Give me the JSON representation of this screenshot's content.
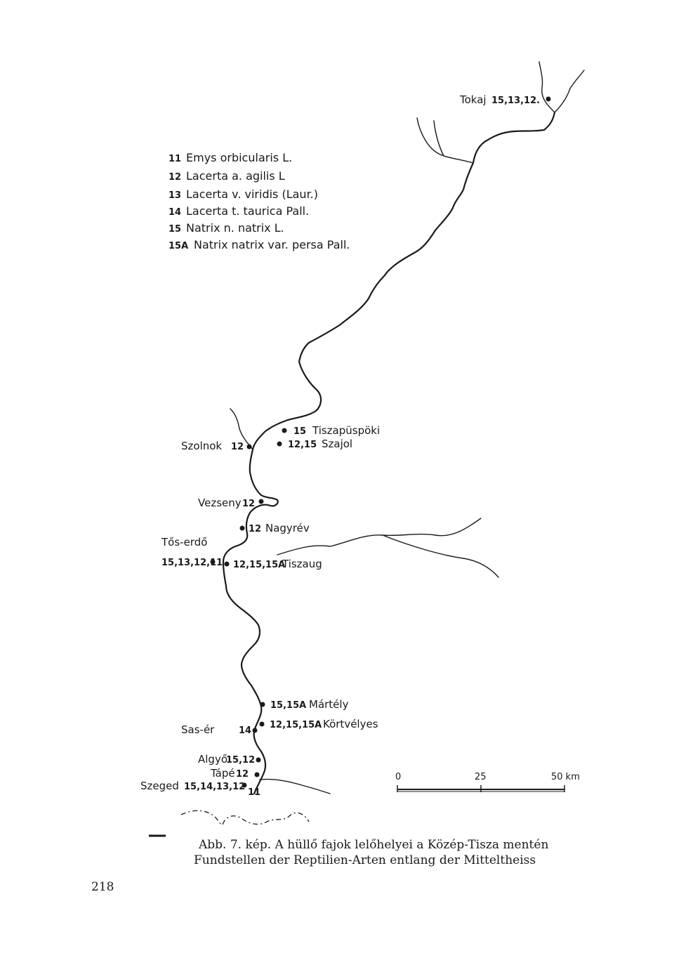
{
  "legend": [
    {
      "code": "11",
      "name": "Emys orbicularis L."
    },
    {
      "code": "12",
      "name": "Lacerta a. agilis L"
    },
    {
      "code": "13",
      "name": "Lacerta v. viridis (Laur.)"
    },
    {
      "code": "14",
      "name": "Lacerta t. taurica Pall."
    },
    {
      "code": "15",
      "name": "Natrix n. natrix L."
    },
    {
      "code": "15A",
      "name": "Natrix natrix var. persa Pall."
    }
  ],
  "places": {
    "tokaj": {
      "name": "Tokaj",
      "codes": "15,13,12."
    },
    "tiszapuspoki": {
      "name": "Tiszapüspöki",
      "codes": "15"
    },
    "szajol": {
      "name": "Szajol",
      "codes": "12,15"
    },
    "szolnok": {
      "name": "Szolnok",
      "codes": "12"
    },
    "vezseny": {
      "name": "Vezseny",
      "codes": "12"
    },
    "nagyrev": {
      "name": "Nagyrév",
      "codes": "12"
    },
    "tos_erdo": {
      "name": "Tős-erdő",
      "codes": "15,13,12,11"
    },
    "tiszaug": {
      "name": "Tiszaug",
      "codes": "12,15,15A"
    },
    "martely": {
      "name": "Mártély",
      "codes": "15,15A"
    },
    "sas_er": {
      "name": "Sas-ér",
      "codes": "14"
    },
    "kortvelyes": {
      "name": "Körtvélyes",
      "codes": "12,15,15A"
    },
    "algyo": {
      "name": "Algyő",
      "codes": "15,12"
    },
    "tape": {
      "name": "Tápé",
      "codes": "12"
    },
    "szeged": {
      "name": "Szeged",
      "codes": "15,14,13,12"
    },
    "szeged_extra": {
      "codes": "11"
    }
  },
  "scale": {
    "ticks": [
      "0",
      "25",
      "50 km"
    ]
  },
  "caption": {
    "line1": "Abb. 7. kép. A hüllő fajok lelőhelyei a Közép-Tisza mentén",
    "line2": "Fundstellen der Reptilien-Arten entlang der Mitteltheiss"
  },
  "page_number": "218"
}
